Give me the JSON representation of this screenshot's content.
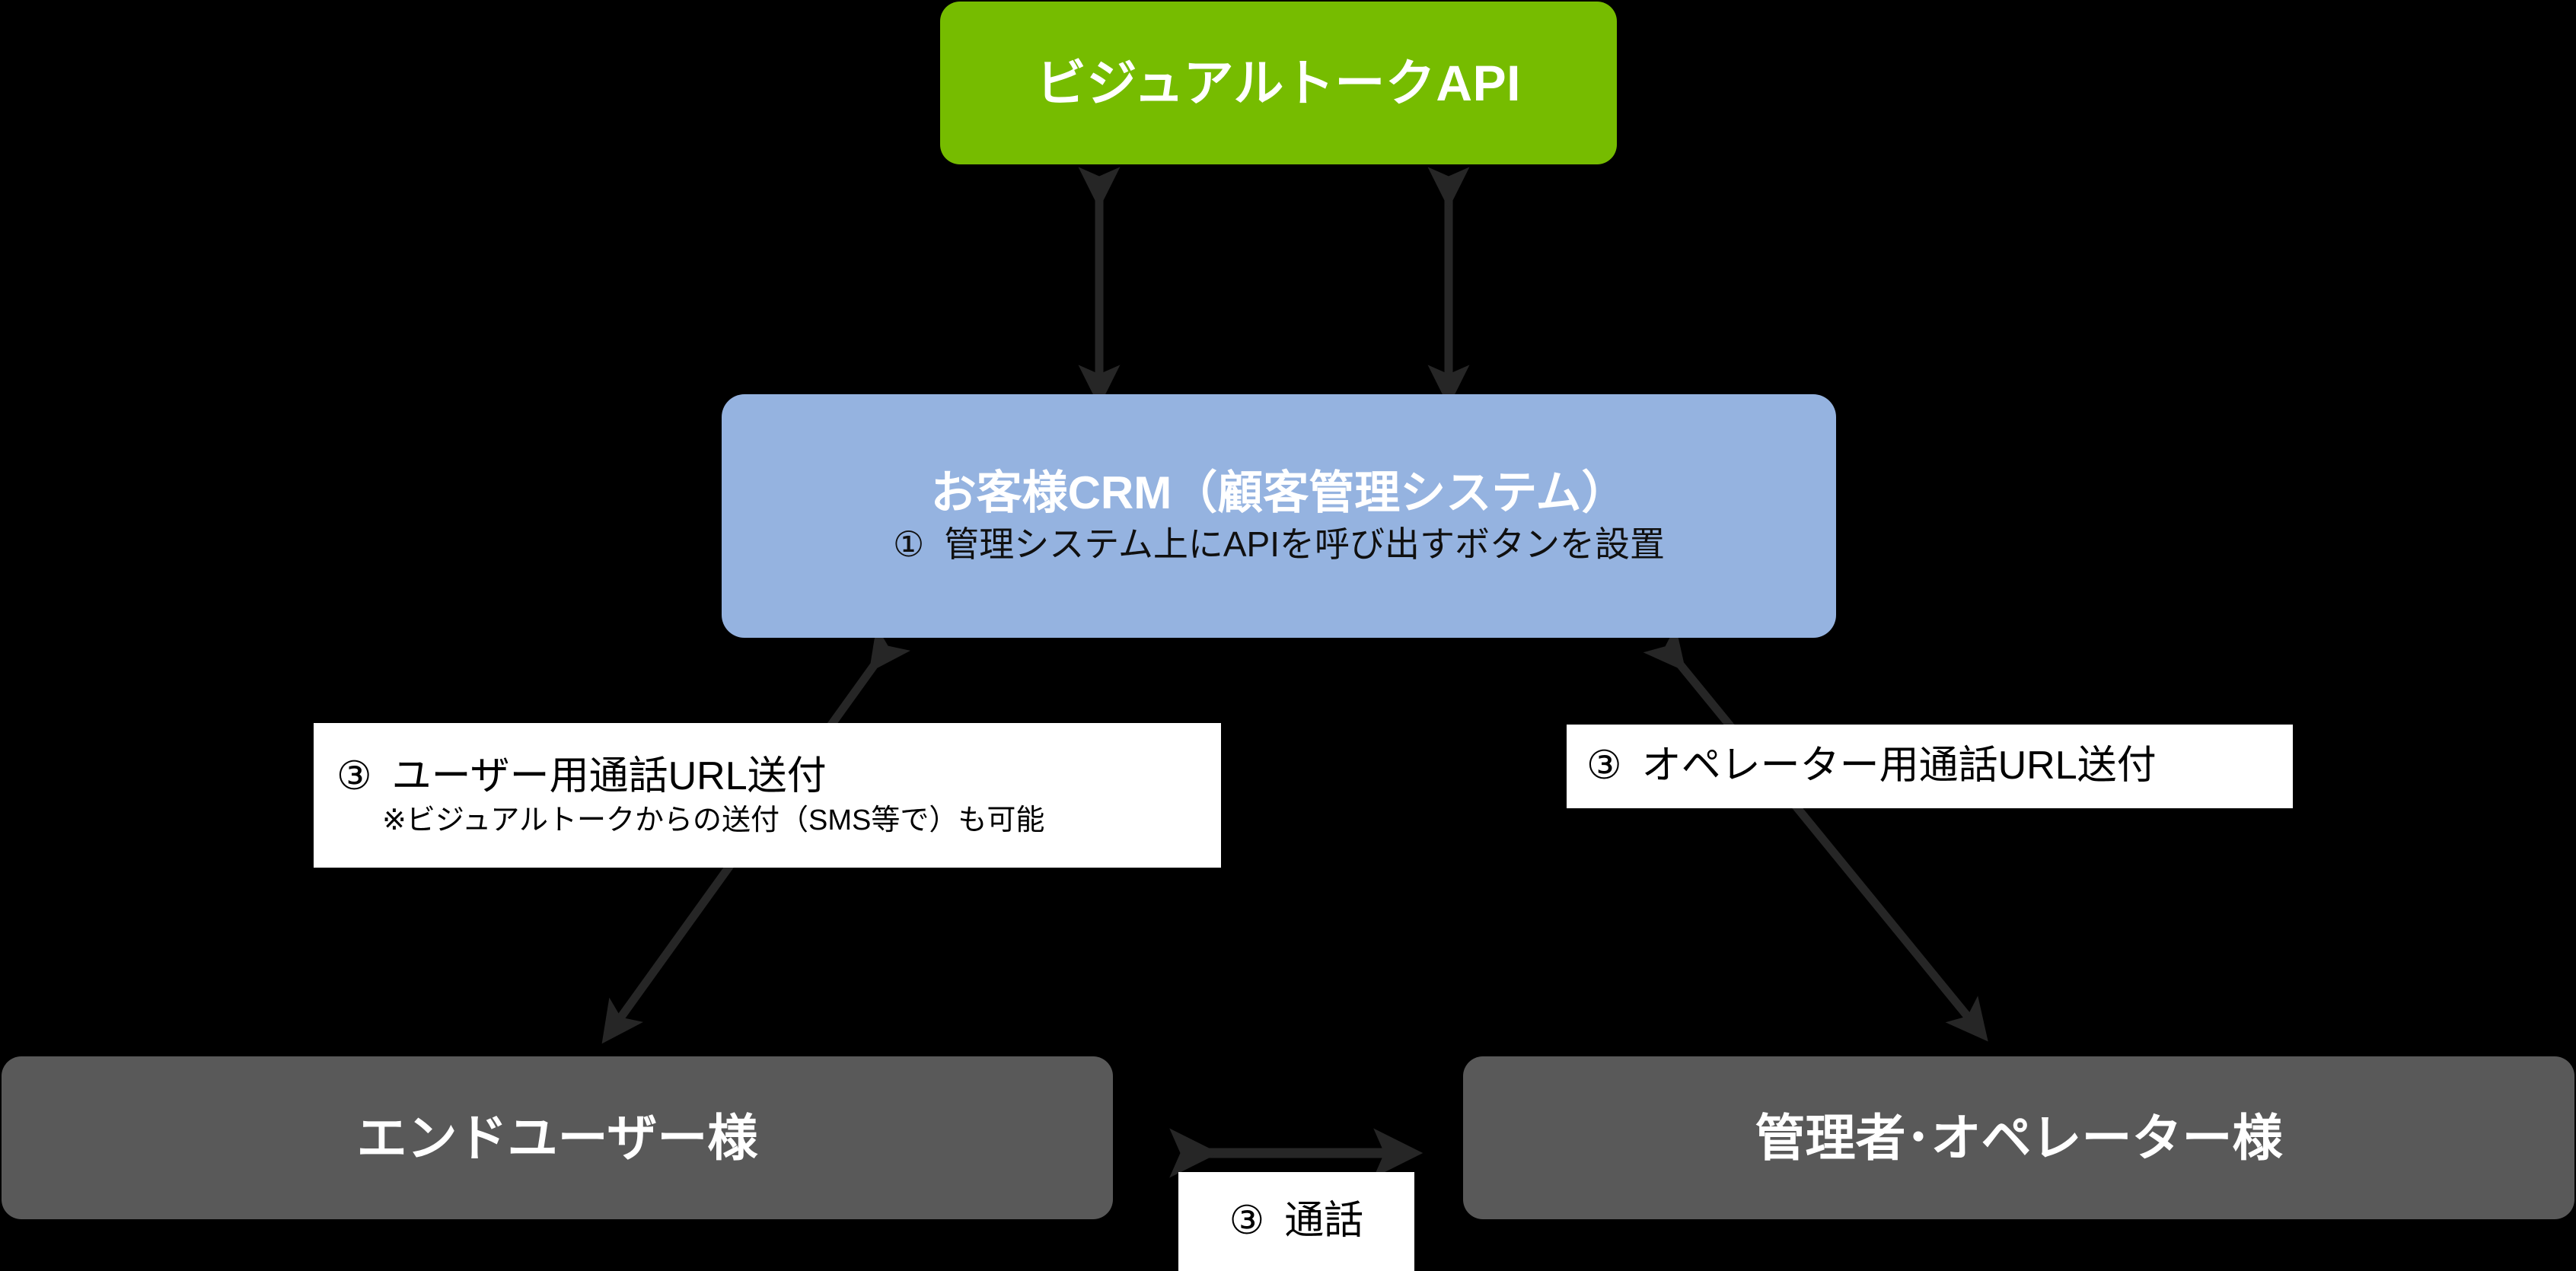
{
  "diagram": {
    "title_internal": "visual-talk-api-crm-flow",
    "colors": {
      "background": "#000000",
      "api_box": "#76BC00",
      "crm_box": "#95B3E0",
      "actor_box": "#595959",
      "callout_bg": "#FFFFFF",
      "arrow": "#262626",
      "text_light": "#FFFFFF",
      "text_dark": "#000000"
    }
  },
  "nodes": {
    "api": {
      "label": "ビジュアルトークAPI"
    },
    "crm": {
      "title": "お客様CRM（顧客管理システム）",
      "step_number": "①",
      "step_text": "管理システム上にAPIを呼び出すボタンを設置"
    },
    "end_user": {
      "label": "エンドユーザー様"
    },
    "operator": {
      "label": "管理者･オペレーター様"
    }
  },
  "callouts": {
    "user_url": {
      "step_number": "③",
      "line1": "ユーザー用通話URL送付",
      "line2": "※ビジュアルトークからの送付（SMS等で）も可能"
    },
    "operator_url": {
      "step_number": "③",
      "line1": "オペレーター用通話URL送付"
    },
    "call": {
      "step_number": "③",
      "line1": "通話"
    }
  },
  "connectors": [
    {
      "name": "api-crm-left",
      "type": "double-arrow-vertical"
    },
    {
      "name": "api-crm-right",
      "type": "double-arrow-vertical"
    },
    {
      "name": "crm-enduser",
      "type": "double-arrow-diagonal"
    },
    {
      "name": "crm-operator",
      "type": "double-arrow-diagonal"
    },
    {
      "name": "enduser-operator",
      "type": "double-arrow-horizontal"
    }
  ]
}
